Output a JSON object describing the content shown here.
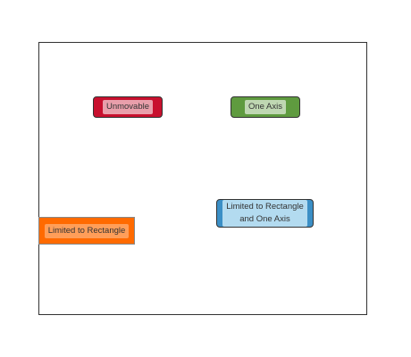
{
  "nodes": {
    "unmovable": {
      "label": "Unmovable",
      "color": "#c8102e"
    },
    "one_axis": {
      "label": "One Axis",
      "color": "#5f9b3f"
    },
    "limited_rect": {
      "label": "Limited to Rectangle",
      "color": "#ff6a00"
    },
    "limited_rect_axis": {
      "label_line1": "Limited to Rectangle",
      "label_line2": "and One Axis",
      "color": "#3b8fc6"
    }
  }
}
